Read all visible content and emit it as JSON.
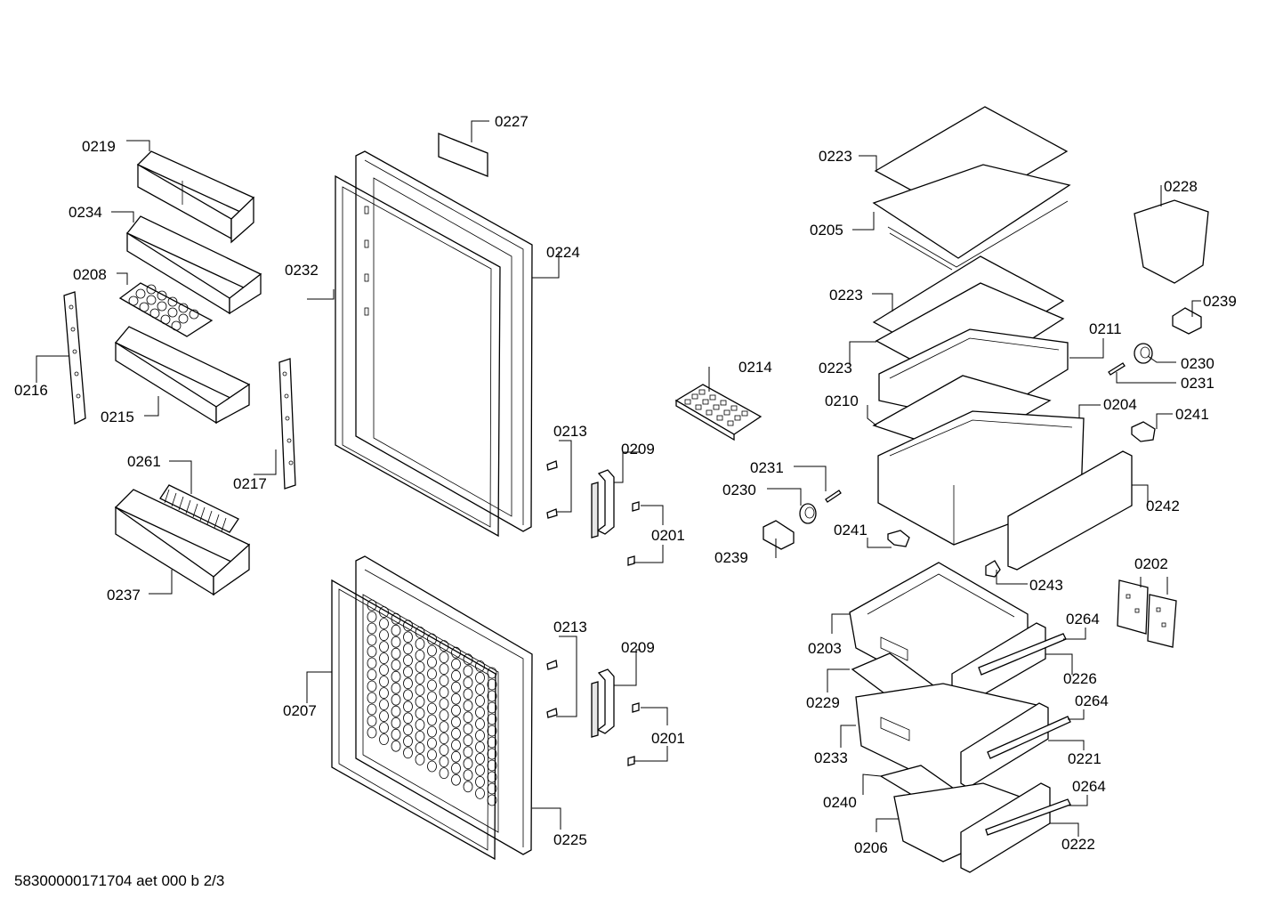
{
  "footer": "58300000171704 aet 000 b 2/3",
  "labels": {
    "l0219": "0219",
    "l0234": "0234",
    "l0208": "0208",
    "l0216": "0216",
    "l0215": "0215",
    "l0261": "0261",
    "l0217": "0217",
    "l0237": "0237",
    "l0227": "0227",
    "l0232": "0232",
    "l0224": "0224",
    "l0213a": "0213",
    "l0209a": "0209",
    "l0201a": "0201",
    "l0213b": "0213",
    "l0209b": "0209",
    "l0201b": "0201",
    "l0207": "0207",
    "l0225": "0225",
    "l0214": "0214",
    "l0231a": "0231",
    "l0230a": "0230",
    "l0239a": "0239",
    "l0241a": "0241",
    "l0223a": "0223",
    "l0205": "0205",
    "l0223b": "0223",
    "l0223c": "0223",
    "l0210": "0210",
    "l0211": "0211",
    "l0228": "0228",
    "l0239b": "0239",
    "l0230b": "0230",
    "l0231b": "0231",
    "l0204": "0204",
    "l0241b": "0241",
    "l0242": "0242",
    "l0243": "0243",
    "l0202": "0202",
    "l0203": "0203",
    "l0264a": "0264",
    "l0226": "0226",
    "l0229": "0229",
    "l0233": "0233",
    "l0264b": "0264",
    "l0221": "0221",
    "l0240": "0240",
    "l0264c": "0264",
    "l0206": "0206",
    "l0222": "0222"
  }
}
